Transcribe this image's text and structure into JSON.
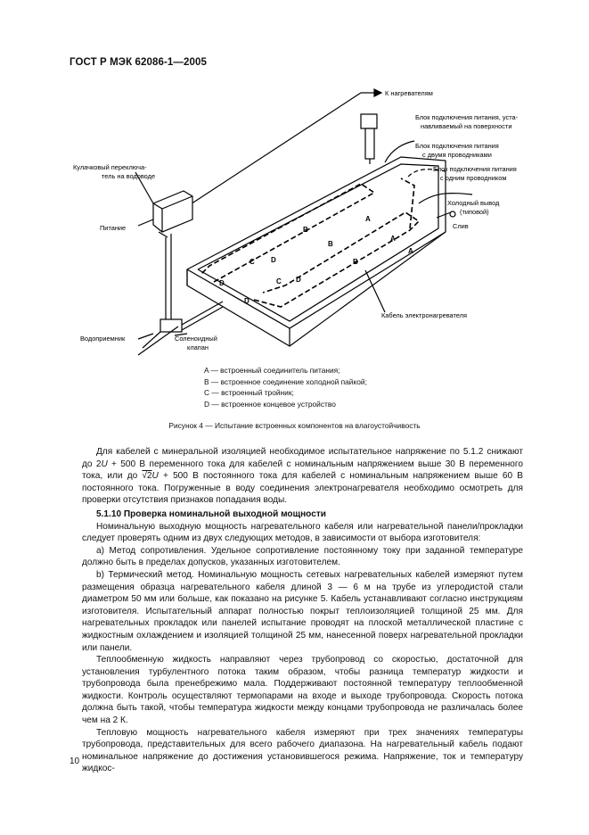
{
  "header": {
    "standard": "ГОСТ Р МЭК 62086-1—2005"
  },
  "figure": {
    "labels": {
      "to_heaters": "К нагревателям",
      "power_block_surface": [
        "Блок подключения питания, уста-",
        "навливаемый на поверхности"
      ],
      "power_block_two": [
        "Блок подключения питания",
        "с двумя проводниками"
      ],
      "power_block_one": [
        "Блок подключения питания",
        "с одним проводником"
      ],
      "cold_lead": [
        "Холодный вывод",
        "(типовой)"
      ],
      "drain": "Слив",
      "float_switch": [
        "Кулачковый переключа-",
        "тель на водоводе"
      ],
      "supply": "Питание",
      "water_intake": "Водоприемник",
      "solenoid": [
        "Соленоидный",
        "клапан"
      ],
      "cable": "Кабель электронагревателя",
      "A": "A",
      "B": "B",
      "C": "C",
      "D": "D"
    }
  },
  "legend": [
    "A — встроенный соединитель питания;",
    "B — встроенное соединение холодной пайкой;",
    "C — встроенный тройник;",
    "D — встроенное концевое устройство"
  ],
  "caption": "Рисунок 4 — Испытание встроенных компонентов на влагоустойчивость",
  "body": {
    "p1_a": "Для кабелей с минеральной изоляцией необходимое испытательное напряжение по 5.1.2 снижают до 2",
    "p1_U": "U",
    "p1_b": " + 500 В переменного тока для кабелей с номинальным напряжением выше 30 В переменного тока, или до ",
    "p1_sqrt": "√2",
    "p1_U2": "U",
    "p1_c": " + 500 В постоянного тока для кабелей с номинальным напряжением выше 60 В постоянного тока. Погруженные в воду соединения электронагревателя необходимо осмотреть для проверки отсутствия признаков попадания воды.",
    "heading": "5.1.10 Проверка номинальной выходной мощности",
    "p2": "Номинальную выходную мощность нагревательного кабеля или нагревательной панели/прокладки следует проверять одним из двух следующих методов, в зависимости от выбора изготовителя:",
    "p3": "а) Метод сопротивления. Удельное сопротивление постоянному току при заданной температуре должно быть в пределах допусков, указанных изготовителем.",
    "p4": "b) Термический метод. Номинальную мощность сетевых нагревательных кабелей измеряют путем размещения образца нагревательного кабеля длиной 3 — 6 м на трубе из углеродистой стали диаметром 50 мм или больше, как показано на рисунке 5. Кабель устанавливают согласно инструкциям изготовителя. Испытательный аппарат полностью покрыт теплоизоляцией толщиной 25 мм. Для нагревательных прокладок или панелей испытание проводят на плоской металлической пластине с жидкостным охлаждением и изоляцией толщиной 25 мм, нанесенной поверх нагревательной прокладки или панели.",
    "p5": "Теплообменную жидкость направляют через трубопровод со скоростью, достаточной для установления турбулентного потока таким образом, чтобы разница температур жидкости и трубопровода была пренебрежимо мала. Поддерживают постоянной температуру теплообменной жидкости. Контроль осуществляют термопарами на входе и выходе трубопровода. Скорость потока должна быть такой, чтобы температура жидкости между концами трубопровода не различалась более чем на 2 К.",
    "p6": "Тепловую мощность нагревательного кабеля измеряют при трех значениях температуры трубопровода, представительных для всего рабочего диапазона. На нагревательный кабель подают номинальное напряжение до достижения установившегося режима. Напряжение, ток и температуру жидкос-"
  },
  "page_number": "10"
}
